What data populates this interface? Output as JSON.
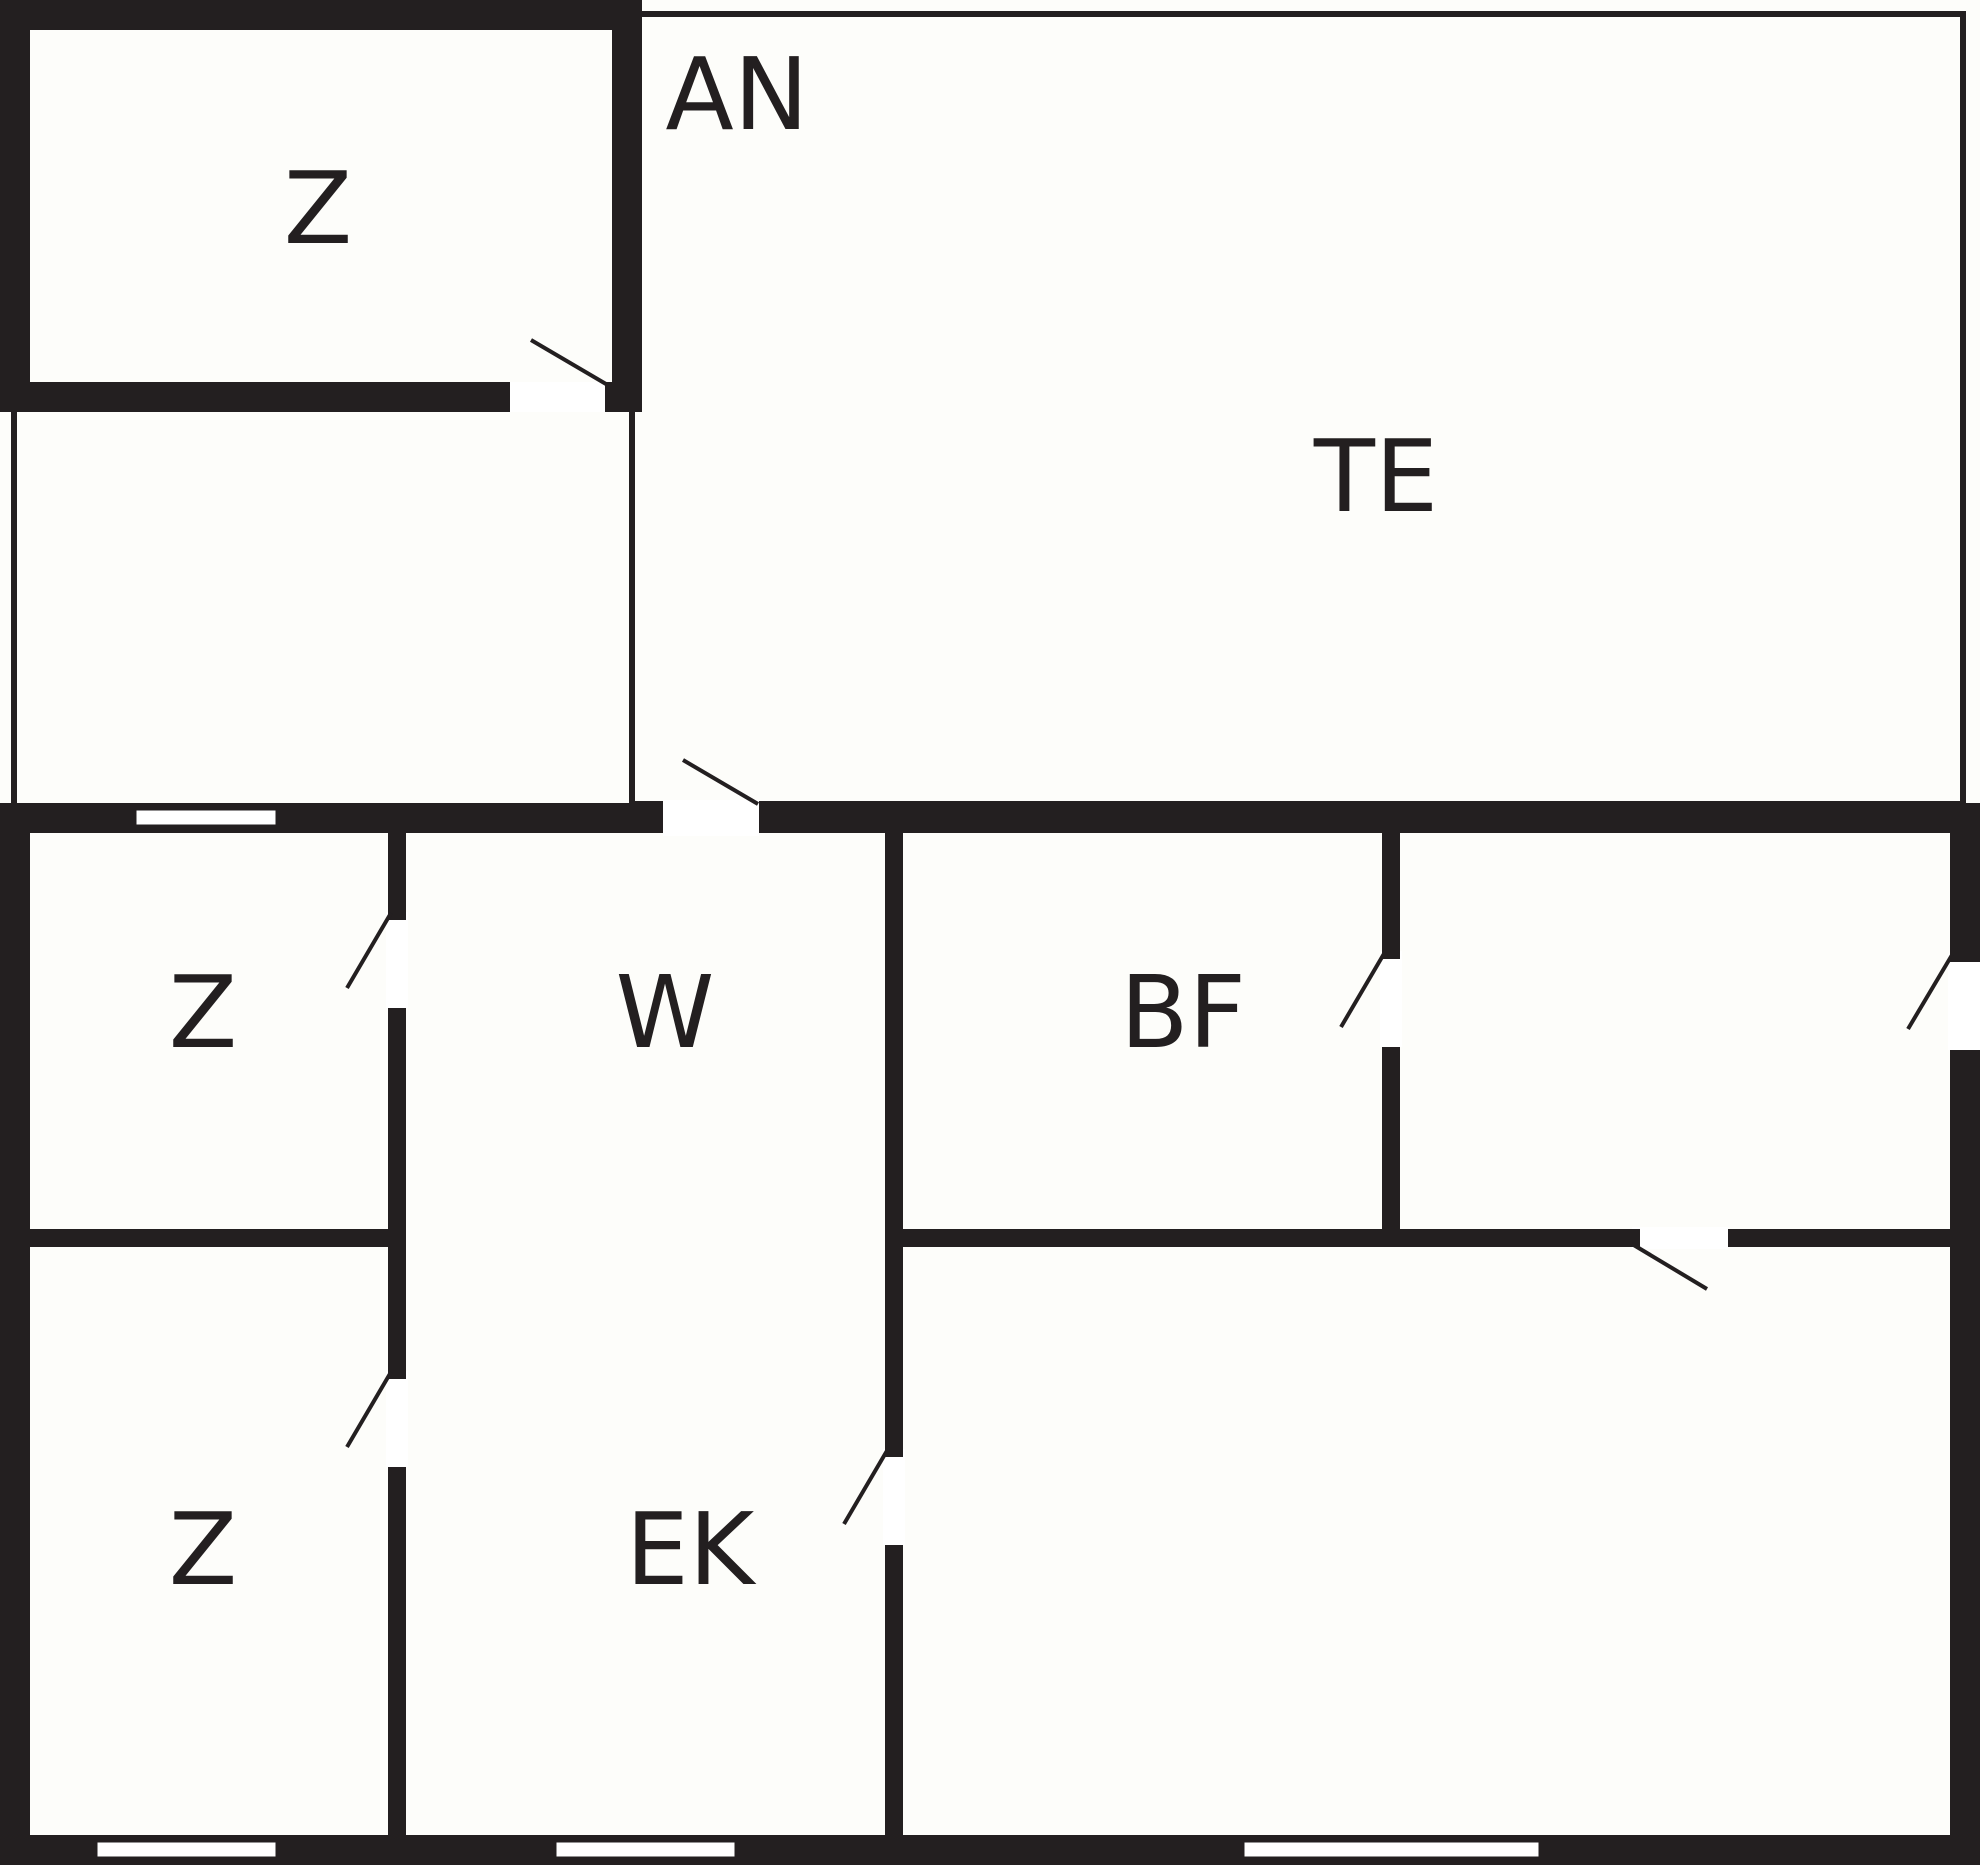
{
  "colors": {
    "wall": "#231f20",
    "background": "#fdfdfa",
    "opening": "#ffffff"
  },
  "rooms": {
    "storage_top": "Z",
    "annex": "AN",
    "terrace": "TE",
    "room_left_top": "Z",
    "room_w": "W",
    "room_bf": "BF",
    "room_left_bottom": "Z",
    "room_ek": "EK"
  }
}
